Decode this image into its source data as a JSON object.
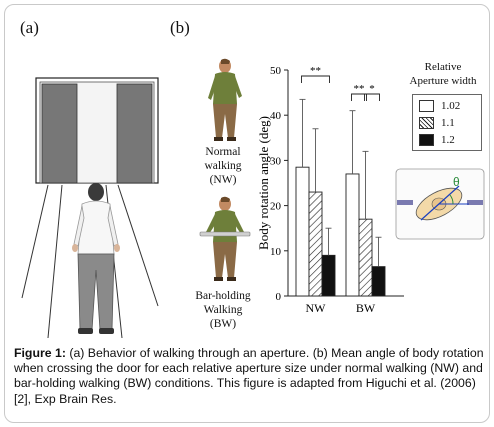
{
  "panel_labels": {
    "a": "(a)",
    "b": "(b)"
  },
  "conditions": {
    "nw": {
      "line1": "Normal",
      "line2": "walking",
      "line3": "(NW)"
    },
    "bw": {
      "line1": "Bar-holding",
      "line2": "Walking",
      "line3": "(BW)"
    }
  },
  "legend": {
    "title_line1": "Relative",
    "title_line2": "Aperture width",
    "entries": [
      {
        "label": "1.02",
        "fill": "white"
      },
      {
        "label": "1.1",
        "fill": "hatched"
      },
      {
        "label": "1.2",
        "fill": "black"
      }
    ]
  },
  "inset": {
    "angle_symbol": "θ"
  },
  "caption": {
    "label": "Figure 1:",
    "text": " (a) Behavior of walking through an aperture. (b) Mean angle of body rotation when crossing the door for each relative aperture size under normal walking (NW) and bar-holding walking (BW) conditions. This figure is adapted from Higuchi et al. (2006) [2], Exp Brain Res."
  },
  "chart_data": {
    "type": "bar",
    "categories": [
      "NW",
      "BW"
    ],
    "series": [
      {
        "name": "1.02",
        "values": [
          28.5,
          27
        ],
        "errors": [
          15,
          14
        ]
      },
      {
        "name": "1.1",
        "values": [
          23,
          17
        ],
        "errors": [
          14,
          15
        ]
      },
      {
        "name": "1.2",
        "values": [
          9,
          6.5
        ],
        "errors": [
          6,
          6.5
        ]
      }
    ],
    "ylabel": "Body rotation angle (deg)",
    "ylim": [
      0,
      50
    ],
    "yticks": [
      "0",
      "10",
      "20",
      "30",
      "40",
      "50"
    ],
    "significance": [
      {
        "category": "NW",
        "label": "**",
        "from_series": 0,
        "to_series": 2
      },
      {
        "category": "BW",
        "label": "**",
        "from_series": 0,
        "to_series": 1
      },
      {
        "category": "BW",
        "label": "*",
        "from_series": 1,
        "to_series": 2
      }
    ]
  }
}
